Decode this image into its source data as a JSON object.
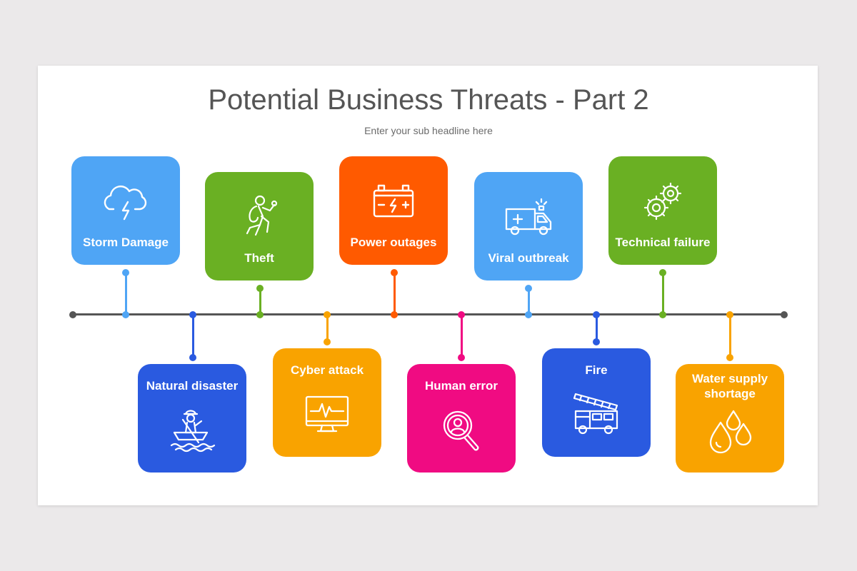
{
  "title": "Potential Business Threats - Part 2",
  "subtitle": "Enter your sub headline here",
  "colors": {
    "light_blue": "#4fa5f5",
    "green": "#6ab023",
    "orange_red": "#ff5a00",
    "blue": "#2a5ae0",
    "amber": "#f9a300",
    "magenta": "#f00b82",
    "timeline": "#555555"
  },
  "threats": [
    {
      "label": "Storm Damage",
      "icon": "storm-cloud-icon",
      "position": "above"
    },
    {
      "label": "Natural disaster",
      "icon": "rowing-boat-icon",
      "position": "below"
    },
    {
      "label": "Theft",
      "icon": "thief-running-icon",
      "position": "above"
    },
    {
      "label": "Cyber attack",
      "icon": "monitor-pulse-icon",
      "position": "below"
    },
    {
      "label": "Power outages",
      "icon": "battery-icon",
      "position": "above"
    },
    {
      "label": "Human error",
      "icon": "magnify-person-icon",
      "position": "below"
    },
    {
      "label": "Viral outbreak",
      "icon": "ambulance-icon",
      "position": "above"
    },
    {
      "label": "Fire",
      "icon": "fire-truck-icon",
      "position": "below"
    },
    {
      "label": "Technical failure",
      "icon": "gears-icon",
      "position": "above"
    },
    {
      "label": "Water supply shortage",
      "icon": "water-drops-icon",
      "position": "below"
    }
  ]
}
